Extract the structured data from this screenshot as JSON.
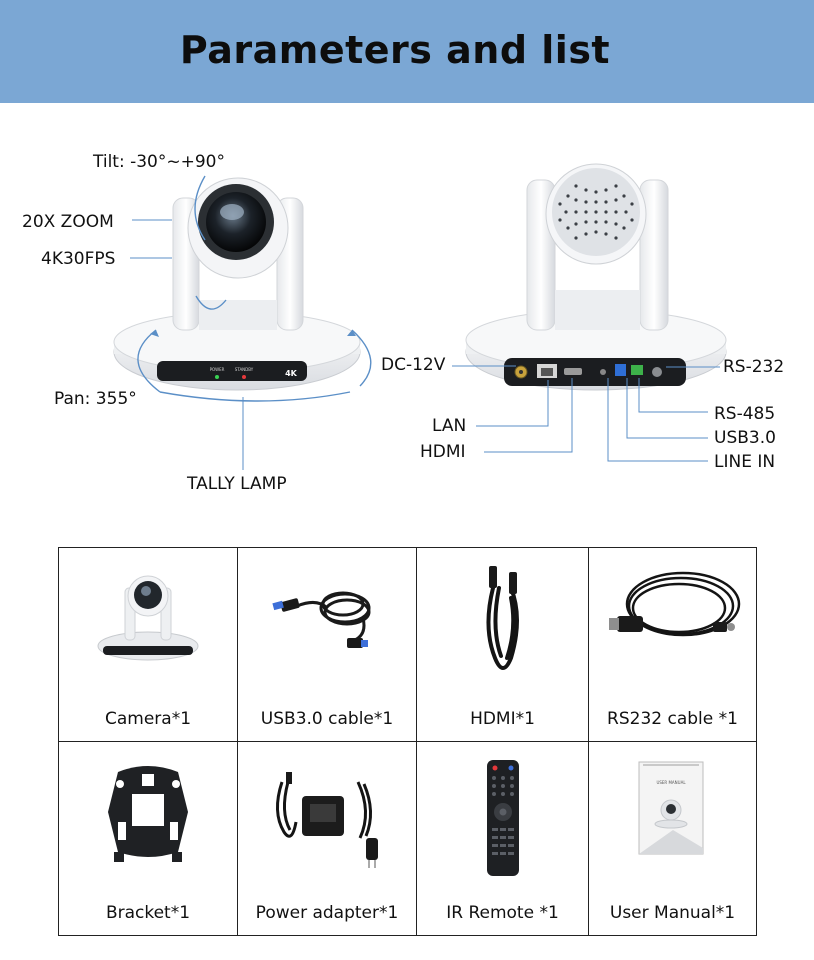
{
  "header": {
    "title": "Parameters and list"
  },
  "front_callouts": {
    "tilt": "Tilt: -30°~+90°",
    "zoom": "20X ZOOM",
    "fps": "4K30FPS",
    "pan": "Pan: 355°",
    "tally": "TALLY LAMP"
  },
  "front_panel": {
    "power": "POWER",
    "standby": "STANDBY",
    "badge": "4K"
  },
  "rear_callouts": {
    "dc": "DC-12V",
    "rs232": "RS-232",
    "lan": "LAN",
    "hdmi": "HDMI",
    "rs485": "RS-485",
    "usb": "USB3.0",
    "line_in": "LINE IN"
  },
  "package": {
    "items": [
      {
        "label": "Camera*1",
        "icon": "camera-icon"
      },
      {
        "label": "USB3.0 cable*1",
        "icon": "usb-cable-icon"
      },
      {
        "label": "HDMI*1",
        "icon": "hdmi-cable-icon"
      },
      {
        "label": "RS232 cable *1",
        "icon": "rs232-cable-icon"
      },
      {
        "label": "Bracket*1",
        "icon": "bracket-icon"
      },
      {
        "label": "Power adapter*1",
        "icon": "power-adapter-icon"
      },
      {
        "label": "IR Remote *1",
        "icon": "ir-remote-icon"
      },
      {
        "label": "User Manual*1",
        "icon": "user-manual-icon"
      }
    ],
    "manual_cover": "USER MANUAL"
  },
  "colors": {
    "banner": "#7ba7d4",
    "leader": "#5b8fc7",
    "body": "#f2f3f5"
  }
}
